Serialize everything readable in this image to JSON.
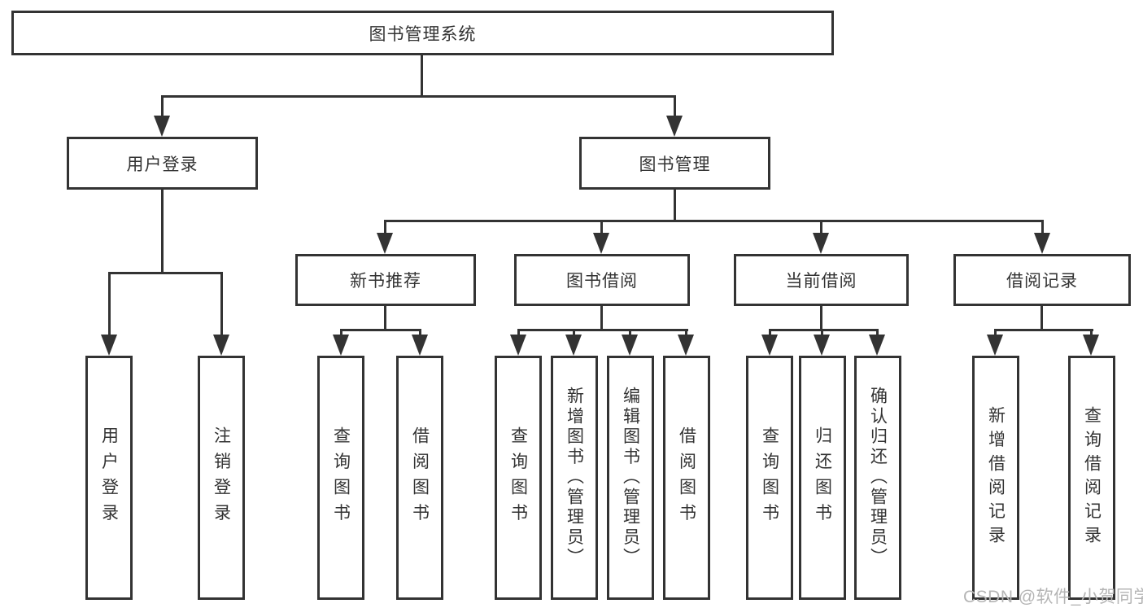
{
  "diagram_type": "tree",
  "tree": {
    "label": "图书管理系统",
    "children": [
      {
        "label": "用户登录",
        "children": [
          {
            "label": "用户登录"
          },
          {
            "label": "注销登录"
          }
        ]
      },
      {
        "label": "图书管理",
        "children": [
          {
            "label": "新书推荐",
            "children": [
              {
                "label": "查询图书"
              },
              {
                "label": "借阅图书"
              }
            ]
          },
          {
            "label": "图书借阅",
            "children": [
              {
                "label": "查询图书"
              },
              {
                "label": "新增图书（管理员）"
              },
              {
                "label": "编辑图书（管理员）"
              },
              {
                "label": "借阅图书"
              }
            ]
          },
          {
            "label": "当前借阅",
            "children": [
              {
                "label": "查询图书"
              },
              {
                "label": "归还图书"
              },
              {
                "label": "确认归还（管理员）"
              }
            ]
          },
          {
            "label": "借阅记录",
            "children": [
              {
                "label": "新增借阅记录"
              },
              {
                "label": "查询借阅记录"
              }
            ]
          }
        ]
      }
    ]
  },
  "watermark": {
    "text": "CSDN @软件_小贺同学"
  },
  "colors": {
    "line": "#333333",
    "box_border": "#333333",
    "text": "#333333",
    "watermark": "#b5b5b5",
    "background": "#ffffff"
  }
}
